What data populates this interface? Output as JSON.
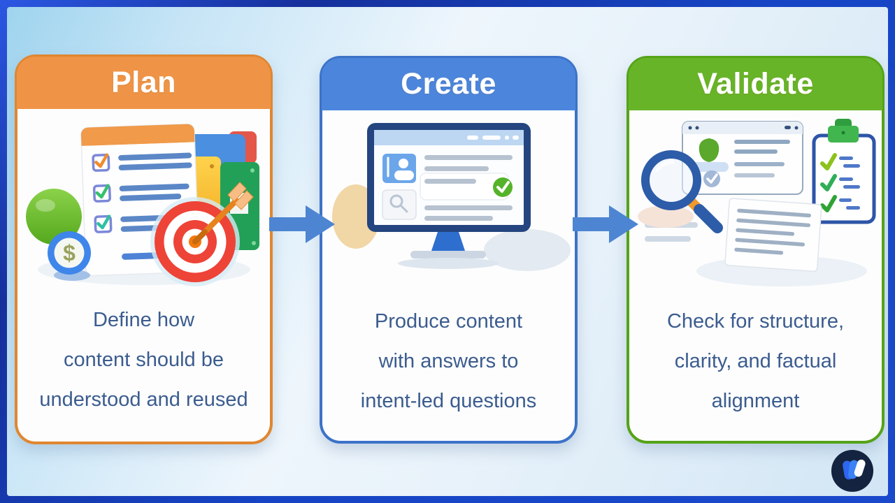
{
  "frame": {
    "border_color": "#1644c4",
    "background_colors": [
      "#9fd4ee",
      "#eef6fc",
      "#d2e6f5"
    ]
  },
  "cards": [
    {
      "id": "plan",
      "title": "Plan",
      "description": "Define how content should be understood and reused",
      "lines": [
        "Define how",
        "content should be",
        "understood and reused"
      ],
      "colors": {
        "header": "#ef9446",
        "border": "#e0862f"
      }
    },
    {
      "id": "create",
      "title": "Create",
      "description": "Produce content with answers to intent-led questions",
      "lines": [
        "Produce content",
        "with answers to",
        "intent-led questions"
      ],
      "colors": {
        "header": "#4c86dc",
        "border": "#3c72c8"
      }
    },
    {
      "id": "validate",
      "title": "Validate",
      "description": "Check for structure, clarity, and factual alignment",
      "lines": [
        "Check for structure,",
        "clarity, and factual",
        "alignment"
      ],
      "colors": {
        "header": "#68b428",
        "border": "#55a317"
      }
    }
  ],
  "arrows": {
    "color": "#4d85d2"
  },
  "text_color": "#3b5c8e",
  "logo": {
    "circle_color": "#14233f",
    "glyph_colors": [
      "#2e66f0",
      "#3b82f6",
      "#ffffff"
    ]
  }
}
